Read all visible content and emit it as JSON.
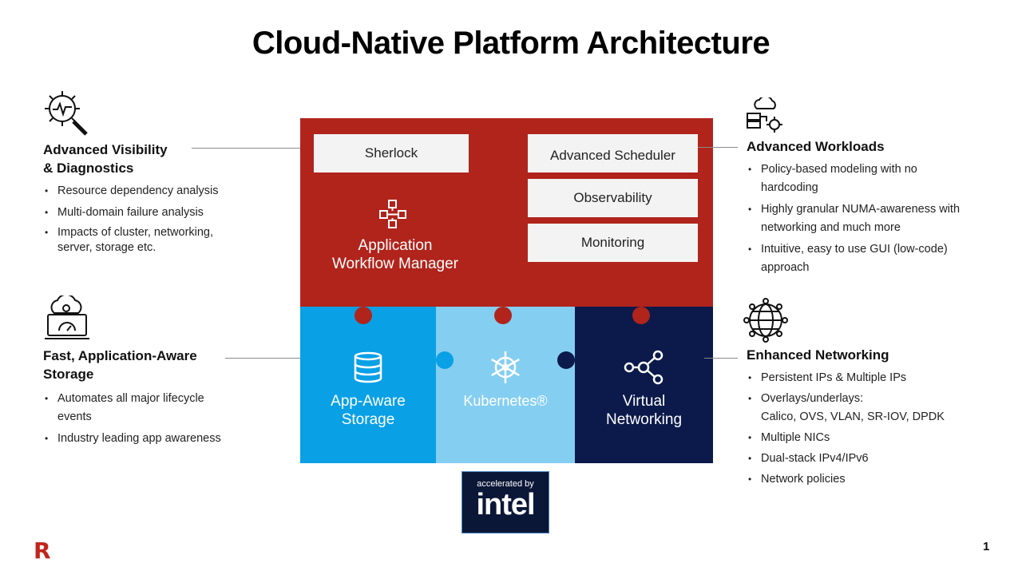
{
  "title": "Cloud-Native Platform Architecture",
  "left_sections": [
    {
      "title": "Advanced Visibility\n& Diagnostics",
      "icon": "gear-magnifier-icon",
      "bullets": [
        "Resource dependency analysis",
        "Multi-domain failure analysis",
        "Impacts of cluster, networking, server, storage etc."
      ]
    },
    {
      "title": "Fast, Application-Aware\nStorage",
      "icon": "cloud-laptop-icon",
      "bullets": [
        "Automates all major lifecycle events",
        "Industry leading app awareness"
      ]
    }
  ],
  "right_sections": [
    {
      "title": "Advanced Workloads",
      "icon": "cloud-server-gear-icon",
      "bullets": [
        "Policy-based modeling with no hardcoding",
        "Highly granular NUMA-awareness with networking and much more",
        "Intuitive, easy to use GUI (low-code) approach"
      ]
    },
    {
      "title": "Enhanced Networking",
      "icon": "globe-network-icon",
      "bullets": [
        "Persistent IPs & Multiple IPs",
        "Overlays/underlays:\nCalico, OVS, VLAN, SR-IOV, DPDK",
        "Multiple NICs",
        "Dual-stack IPv4/IPv6",
        "Network policies"
      ]
    }
  ],
  "diagram": {
    "top_block": {
      "label": "Application\nWorkflow Manager",
      "boxes": [
        "Sherlock",
        "Advanced Scheduler",
        "Observability",
        "Monitoring"
      ],
      "color": "#b0241c"
    },
    "pieces": [
      {
        "label": "App-Aware\nStorage",
        "icon": "database-icon",
        "color": "#0aa0e6"
      },
      {
        "label": "Kubernetes®",
        "icon": "kubernetes-helm-icon",
        "color": "#84cef2"
      },
      {
        "label": "Virtual\nNetworking",
        "icon": "network-nodes-icon",
        "color": "#0b1a4a"
      }
    ]
  },
  "badge": {
    "small": "accelerated by",
    "big": "intel"
  },
  "logo_letter": "R",
  "page_number": "1"
}
